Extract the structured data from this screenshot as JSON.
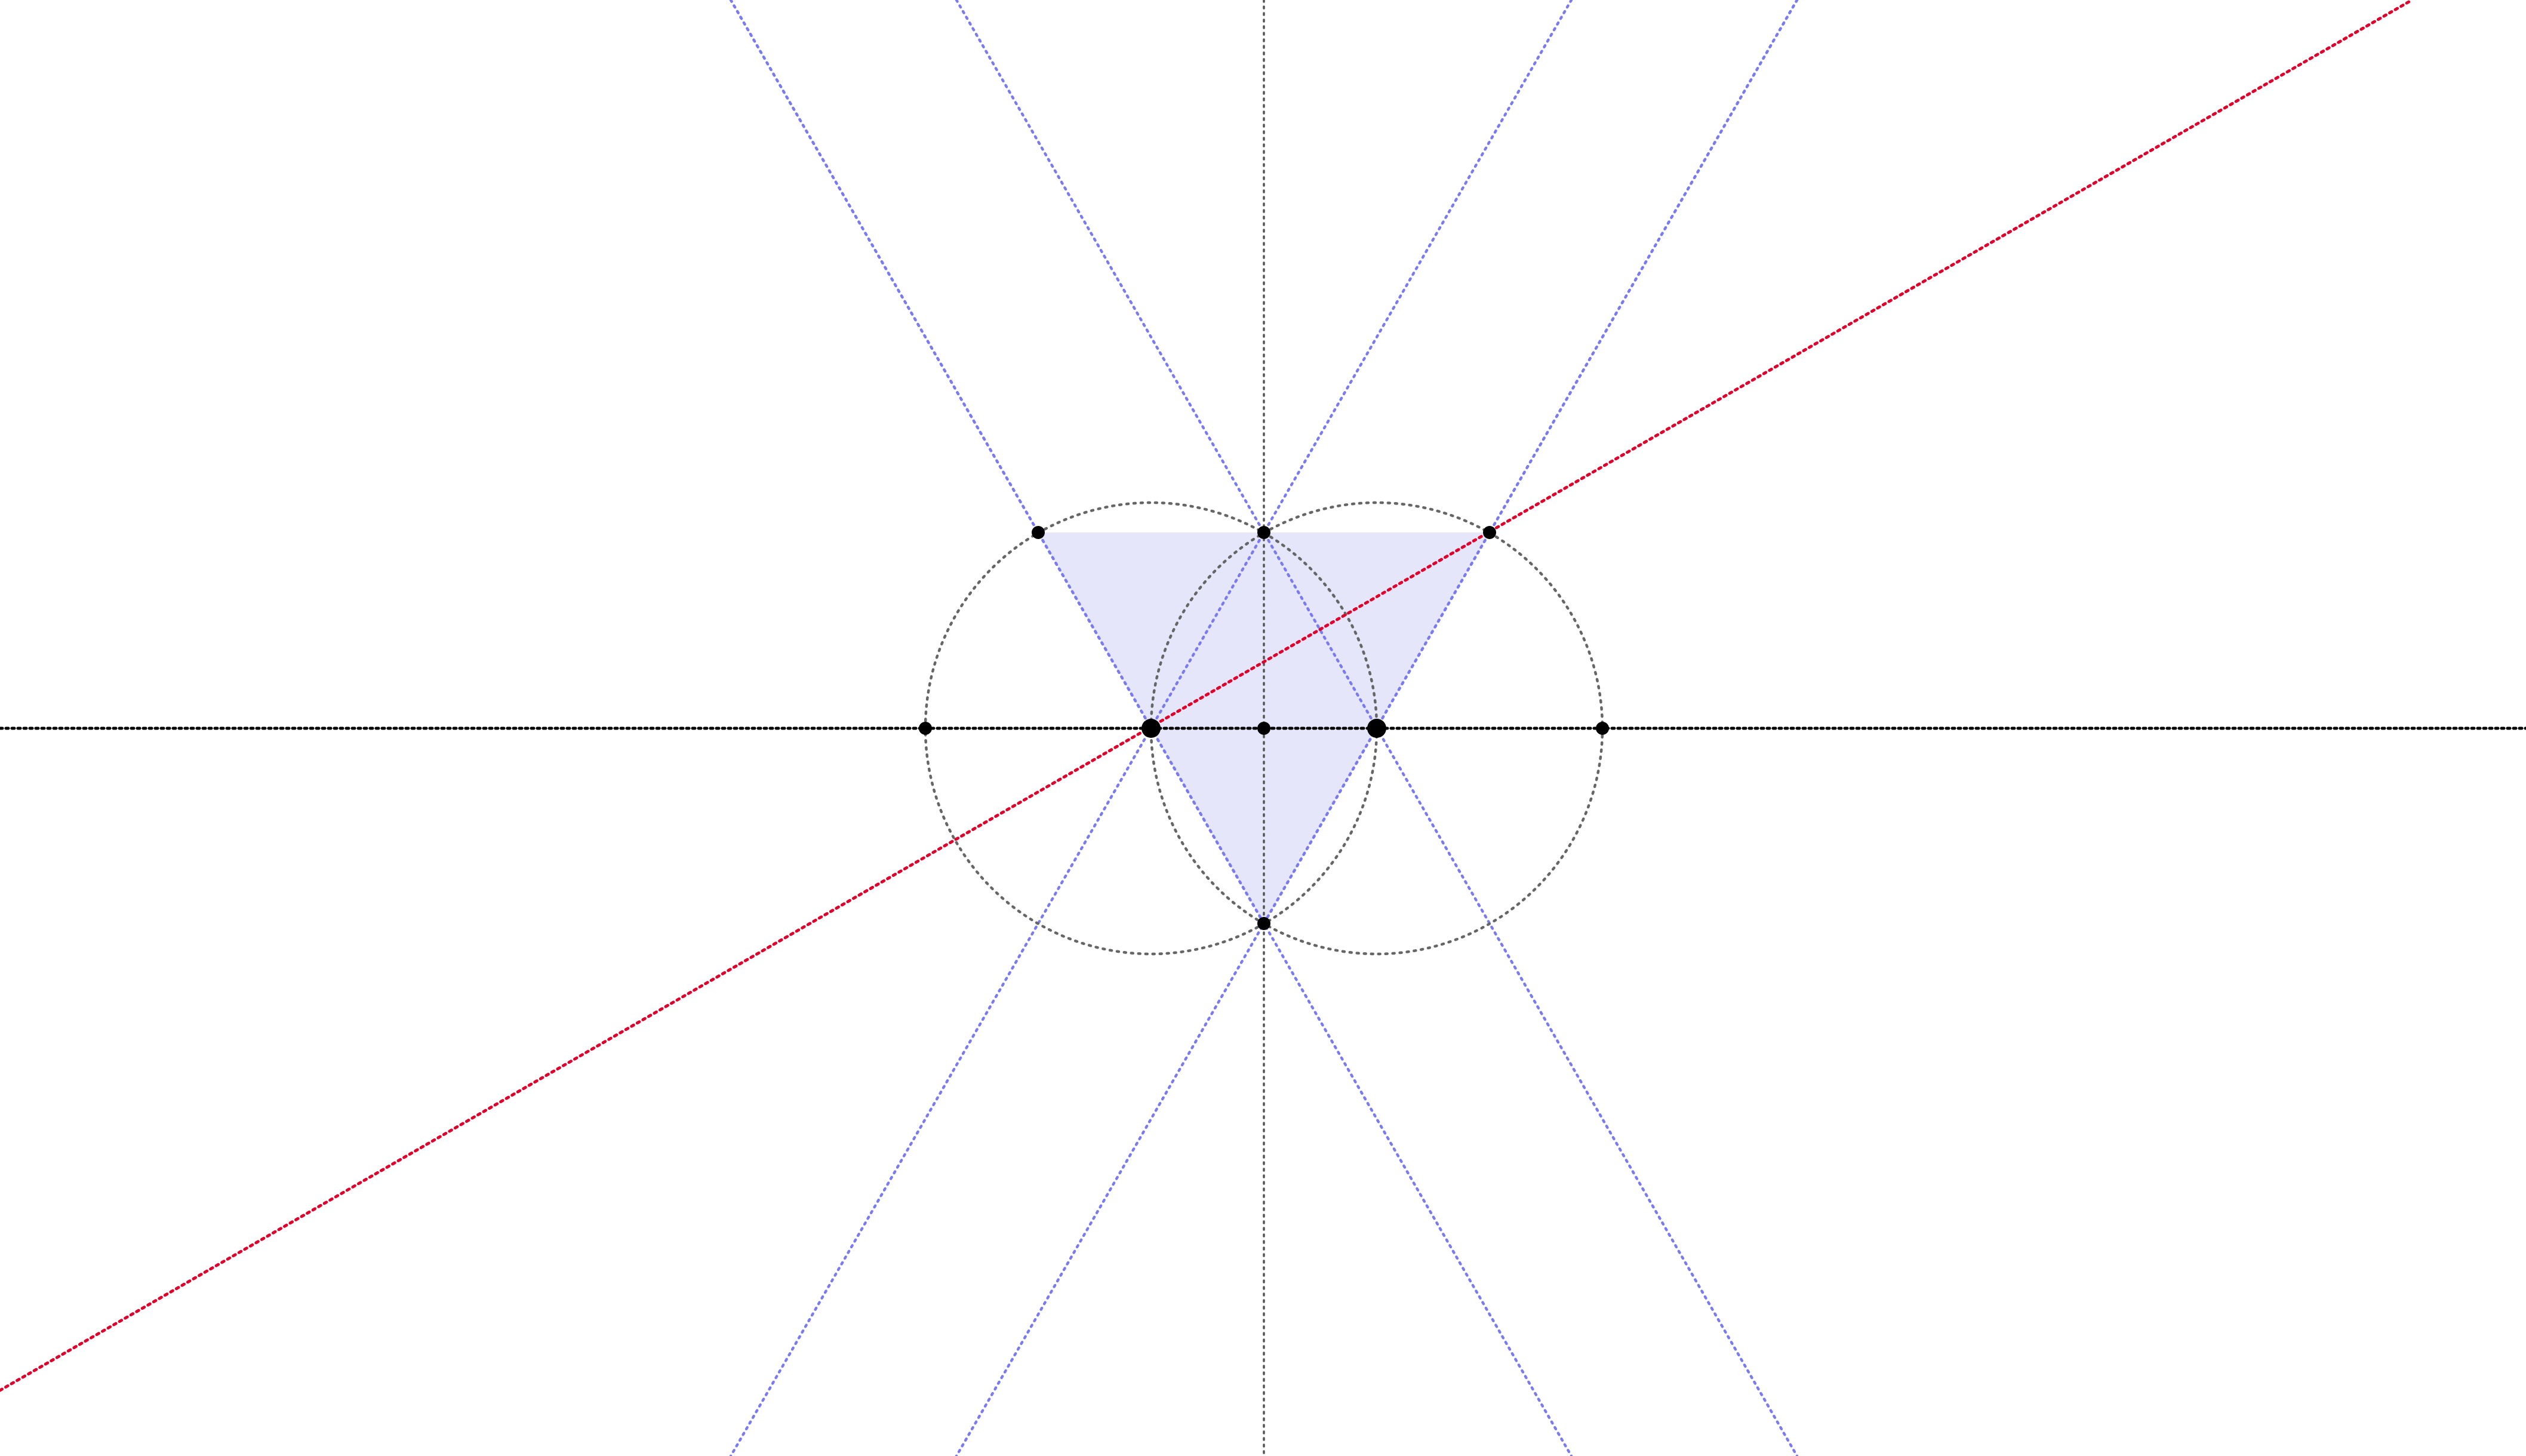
{
  "diagram": {
    "kind": "geometric construction",
    "description_visible_labels": [],
    "colors": {
      "axis": "#000000",
      "circle": "#666666",
      "guide": "#7b7bf0",
      "highlight_line": "#e0002a",
      "triangle_fill": "#e6e6fb",
      "point": "#000000"
    },
    "elements": {
      "horizontal_line": "dotted",
      "vertical_line": "dotted",
      "circles": 2,
      "guide_lines": 6,
      "red_line": 1,
      "triangle": 1,
      "points": 9
    }
  }
}
